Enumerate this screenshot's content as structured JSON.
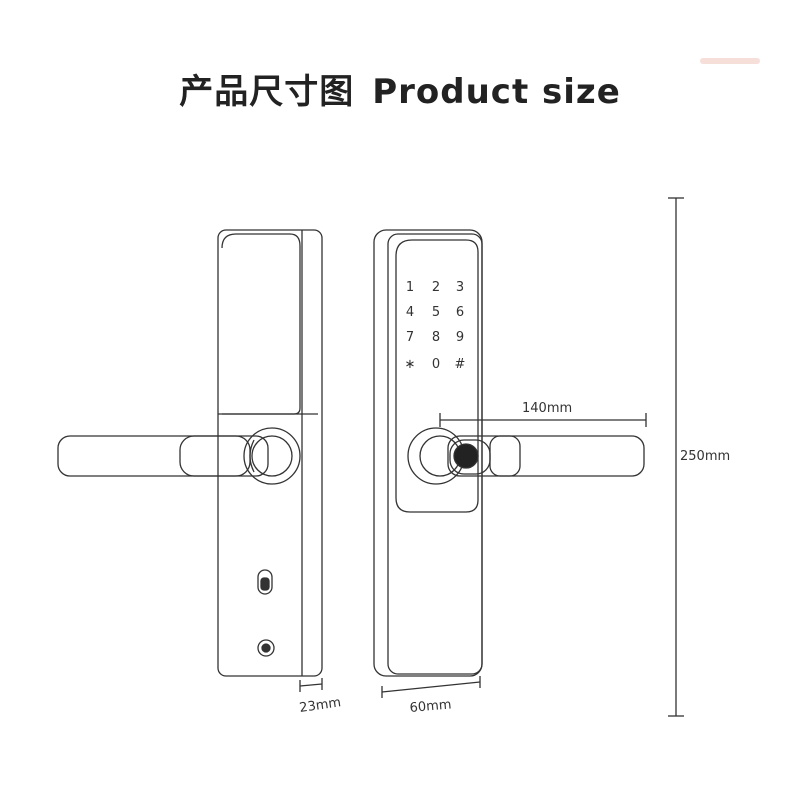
{
  "title": {
    "zh": "产品尺寸图",
    "en": "Product size"
  },
  "dimensions": {
    "handle_length": "140mm",
    "height": "250mm",
    "thickness": "23mm",
    "width": "60mm"
  },
  "keypad": {
    "rows": [
      [
        "1",
        "2",
        "3"
      ],
      [
        "4",
        "5",
        "6"
      ],
      [
        "7",
        "8",
        "9"
      ],
      [
        "∗",
        "0",
        "#"
      ]
    ]
  },
  "colors": {
    "line": "#333333",
    "title": "#222222",
    "accent": "#f4d7cf"
  }
}
